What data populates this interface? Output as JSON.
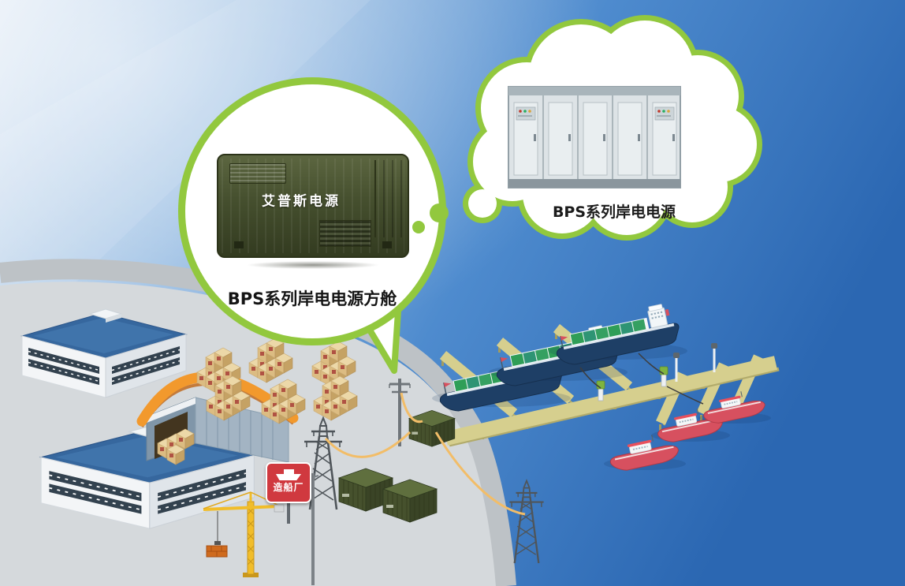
{
  "bubbles": {
    "circle": {
      "container_label": "艾普斯电源",
      "caption": "BPS系列岸电电源方舱"
    },
    "cloud": {
      "caption": "BPS系列岸电电源"
    }
  },
  "sign": {
    "label": "造船厂"
  },
  "palette": {
    "accent_green": "#92c83e",
    "sea_deep_blue": "#2b67b2",
    "sky_light": "#e3ecf6",
    "land_gray": "#d5d9dc",
    "road_gray": "#bdc2c6",
    "pier_tan": "#d6cf8e",
    "capsule_olive": "#454f2e",
    "military_container_olive": "#46512d",
    "ship_navy": "#1e3f66",
    "container_green": "#2f9e57",
    "boat_red": "#d7505f",
    "roof_blue": "#36679e",
    "warehouse_orange": "#f2992d",
    "crane_yellow": "#f1bd2a",
    "cabinet_gray": "#dde3e6",
    "sign_red": "#d0393f"
  }
}
